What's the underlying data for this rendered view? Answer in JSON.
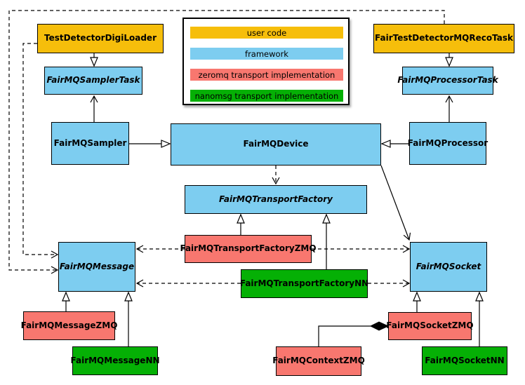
{
  "palette": {
    "user_code": "#F6BE0B",
    "framework": "#7DCDF0",
    "zeromq": "#F8776F",
    "nanomsg": "#05B005",
    "line": "#000000",
    "background": "#FFFFFF"
  },
  "legend": {
    "items": [
      {
        "label": "user code",
        "category": "user_code"
      },
      {
        "label": "framework",
        "category": "framework"
      },
      {
        "label": "zeromq transport implementation",
        "category": "zeromq"
      },
      {
        "label": "nanomsg transport implementation",
        "category": "nanomsg"
      }
    ]
  },
  "nodes": {
    "test_detector_digi_loader": {
      "label": "TestDetectorDigiLoader",
      "category": "user_code",
      "abstract": false
    },
    "fair_test_detector_mq_reco_task": {
      "label": "FairTestDetectorMQRecoTask",
      "category": "user_code",
      "abstract": false
    },
    "fairmq_sampler_task": {
      "label": "FairMQSamplerTask",
      "category": "framework",
      "abstract": true
    },
    "fairmq_processor_task": {
      "label": "FairMQProcessorTask",
      "category": "framework",
      "abstract": true
    },
    "fairmq_sampler": {
      "label": "FairMQSampler",
      "category": "framework",
      "abstract": false
    },
    "fairmq_device": {
      "label": "FairMQDevice",
      "category": "framework",
      "abstract": false
    },
    "fairmq_processor": {
      "label": "FairMQProcessor",
      "category": "framework",
      "abstract": false
    },
    "fairmq_transport_factory": {
      "label": "FairMQTransportFactory",
      "category": "framework",
      "abstract": true
    },
    "fairmq_transport_factory_zmq": {
      "label": "FairMQTransportFactoryZMQ",
      "category": "zeromq",
      "abstract": false
    },
    "fairmq_transport_factory_nn": {
      "label": "FairMQTransportFactoryNN",
      "category": "nanomsg",
      "abstract": false
    },
    "fairmq_message": {
      "label": "FairMQMessage",
      "category": "framework",
      "abstract": true
    },
    "fairmq_socket": {
      "label": "FairMQSocket",
      "category": "framework",
      "abstract": true
    },
    "fairmq_message_zmq": {
      "label": "FairMQMessageZMQ",
      "category": "zeromq",
      "abstract": false
    },
    "fairmq_message_nn": {
      "label": "FairMQMessageNN",
      "category": "nanomsg",
      "abstract": false
    },
    "fairmq_socket_zmq": {
      "label": "FairMQSocketZMQ",
      "category": "zeromq",
      "abstract": false
    },
    "fairmq_socket_nn": {
      "label": "FairMQSocketNN",
      "category": "nanomsg",
      "abstract": false
    },
    "fairmq_context_zmq": {
      "label": "FairMQContextZMQ",
      "category": "zeromq",
      "abstract": false
    }
  },
  "edges": [
    {
      "from": "test_detector_digi_loader",
      "to": "fairmq_sampler_task",
      "type": "inheritance-triangle"
    },
    {
      "from": "fair_test_detector_mq_reco_task",
      "to": "fairmq_processor_task",
      "type": "inheritance-triangle"
    },
    {
      "from": "fairmq_sampler",
      "to": "fairmq_device",
      "type": "inheritance-triangle"
    },
    {
      "from": "fairmq_processor",
      "to": "fairmq_device",
      "type": "inheritance-triangle"
    },
    {
      "from": "fairmq_transport_factory_zmq",
      "to": "fairmq_transport_factory",
      "type": "inheritance-triangle"
    },
    {
      "from": "fairmq_transport_factory_nn",
      "to": "fairmq_transport_factory",
      "type": "inheritance-triangle"
    },
    {
      "from": "fairmq_message_zmq",
      "to": "fairmq_message",
      "type": "inheritance-triangle"
    },
    {
      "from": "fairmq_message_nn",
      "to": "fairmq_message",
      "type": "inheritance-triangle"
    },
    {
      "from": "fairmq_socket_zmq",
      "to": "fairmq_socket",
      "type": "inheritance-triangle"
    },
    {
      "from": "fairmq_socket_nn",
      "to": "fairmq_socket",
      "type": "inheritance-triangle"
    },
    {
      "from": "fairmq_sampler",
      "to": "fairmq_sampler_task",
      "type": "open-arrow"
    },
    {
      "from": "fairmq_processor",
      "to": "fairmq_processor_task",
      "type": "open-arrow"
    },
    {
      "from": "fairmq_device",
      "to": "fairmq_socket",
      "type": "open-arrow"
    },
    {
      "from": "fairmq_device",
      "to": "fairmq_transport_factory",
      "type": "dashed-dependency"
    },
    {
      "from": "test_detector_digi_loader",
      "to": "fairmq_message",
      "type": "dashed-dependency"
    },
    {
      "from": "fair_test_detector_mq_reco_task",
      "to": "fairmq_message",
      "type": "dashed-dependency"
    },
    {
      "from": "fairmq_transport_factory_zmq",
      "to": "fairmq_message",
      "type": "dashed-dependency"
    },
    {
      "from": "fairmq_transport_factory_zmq",
      "to": "fairmq_socket",
      "type": "dashed-dependency"
    },
    {
      "from": "fairmq_transport_factory_nn",
      "to": "fairmq_message",
      "type": "dashed-dependency"
    },
    {
      "from": "fairmq_transport_factory_nn",
      "to": "fairmq_socket",
      "type": "dashed-dependency"
    },
    {
      "from": "fairmq_context_zmq",
      "to": "fairmq_socket_zmq",
      "type": "composition-diamond"
    }
  ]
}
